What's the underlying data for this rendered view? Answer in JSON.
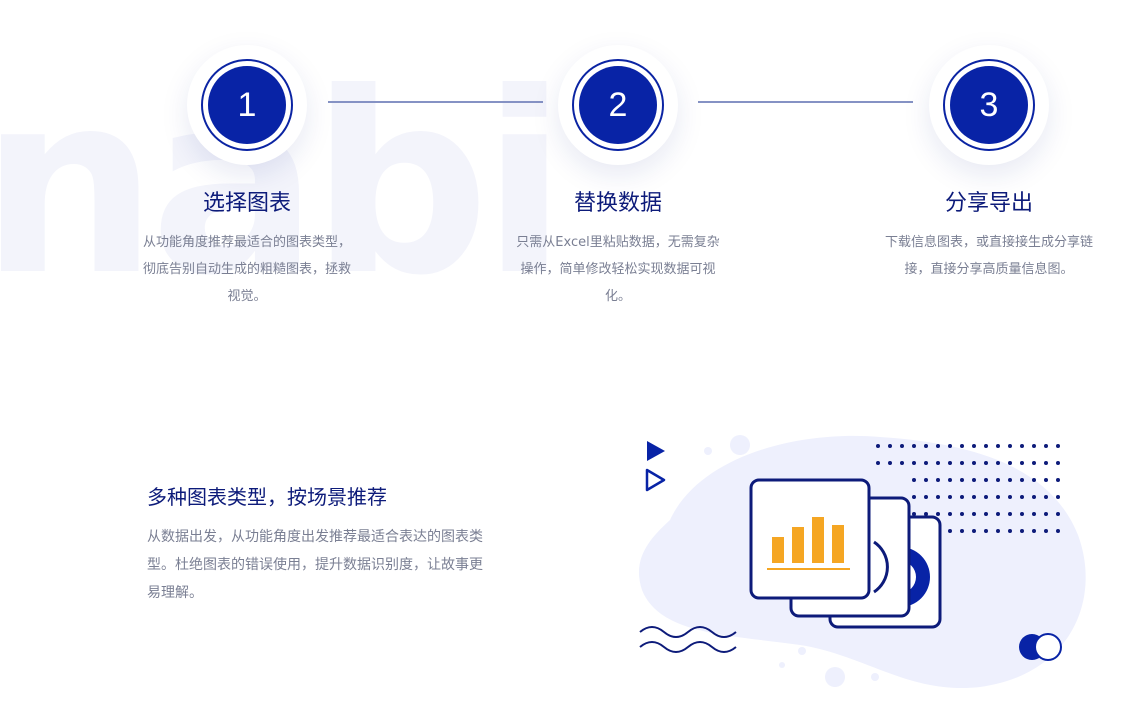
{
  "watermark": "nabi",
  "steps": [
    {
      "number": "1",
      "title": "选择图表",
      "description": "从功能角度推荐最适合的图表类型，彻底告别自动生成的粗糙图表，拯救视觉。"
    },
    {
      "number": "2",
      "title": "替换数据",
      "description": "只需从Excel里粘贴数据，无需复杂操作，简单修改轻松实现数据可视化。"
    },
    {
      "number": "3",
      "title": "分享导出",
      "description": "下载信息图表，或直接接生成分享链接，直接分享高质量信息图。"
    }
  ],
  "feature": {
    "heading": "多种图表类型，按场景推荐",
    "description": "从数据出发，从功能角度出发推荐最适合表达的图表类型。杜绝图表的错误使用，提升数据识别度，让故事更易理解。"
  },
  "colors": {
    "brand": "#0823a6",
    "title_text": "#0d1b7a",
    "body_text": "#7a7f93",
    "accent_orange": "#f5a623",
    "blob": "#eef0fd"
  },
  "illustration": {
    "icons": [
      "play-triangle-filled-icon",
      "play-triangle-outline-icon",
      "dot-grid",
      "wave-lines",
      "toggle-switch-icon",
      "bar-chart-card",
      "doughnut-chart-card"
    ]
  }
}
